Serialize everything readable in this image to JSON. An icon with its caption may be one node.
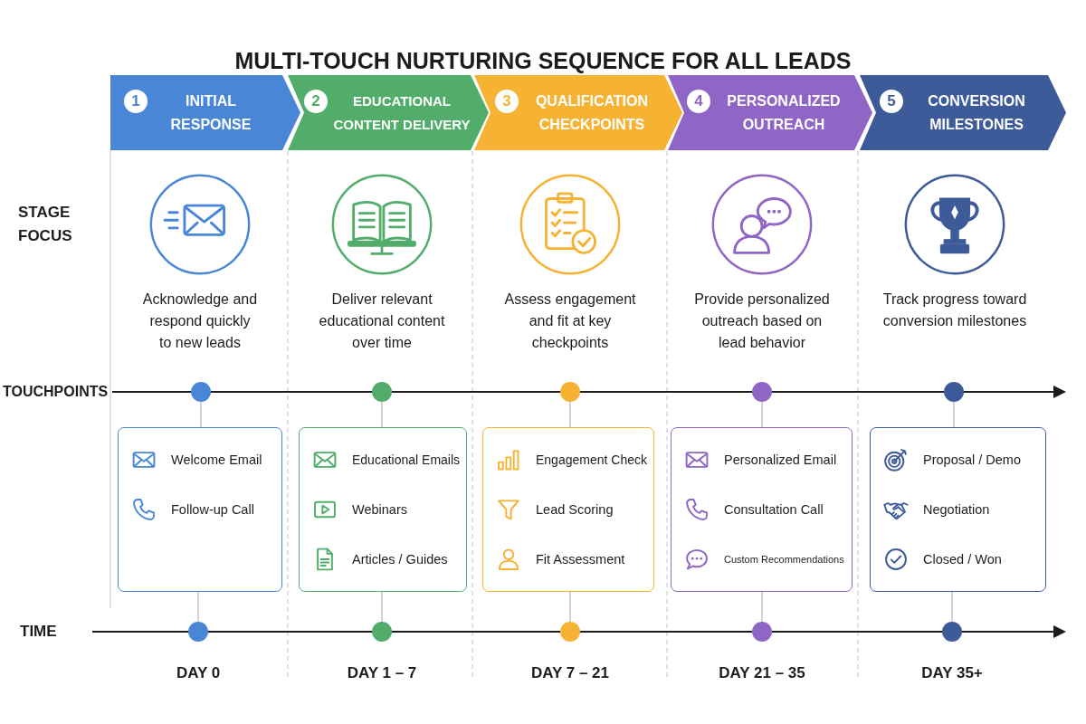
{
  "diagram": {
    "title": "MULTI-TOUCH NURTURING SEQUENCE FOR ALL LEADS",
    "nodes": [
      {
        "text": [
          "1",
          "INITIAL RESPONSE"
        ]
      },
      {
        "text": [
          "2",
          "EDUCATIONAL CONTENT DELIVERY"
        ]
      },
      {
        "text": [
          "3",
          "QUALIFICATION CHECKPOINTS"
        ]
      },
      {
        "text": [
          "4",
          "PERSONALIZED OUTREACH"
        ]
      },
      {
        "text": [
          "5",
          "CONVERSION MILESTONES"
        ]
      },
      {
        "text": [],
        "shape": "circle"
      },
      {
        "text": [],
        "shape": "circle"
      },
      {
        "text": [],
        "shape": "circle"
      },
      {
        "text": [],
        "shape": "circle"
      },
      {
        "text": [],
        "shape": "circle"
      },
      {
        "text": [
          "Welcome Email",
          "Follow-up Call"
        ]
      },
      {
        "text": [
          "Educational Emails",
          "Webinars",
          "Articles / Guides"
        ]
      },
      {
        "text": [
          "Engagement Check",
          "Lead Scoring",
          "Fit Assessment"
        ]
      },
      {
        "text": [
          "Personalized Email",
          "Consultation Call",
          "Custom Recommendations"
        ]
      },
      {
        "text": [
          "Proposal / Demo",
          "Negotiation",
          "Closed / Won"
        ]
      },
      {
        "text": [],
        "shape": "circle",
        "beside": [
          "DAY 0"
        ]
      },
      {
        "text": [],
        "shape": "circle",
        "beside": [
          "DAY 1 – 7"
        ]
      },
      {
        "text": [],
        "shape": "circle",
        "beside": [
          "DAY 7 – 21"
        ]
      },
      {
        "text": [],
        "shape": "circle",
        "beside": [
          "DAY 21 – 35"
        ]
      },
      {
        "text": [],
        "shape": "circle",
        "beside": [
          "DAY 35+"
        ]
      }
    ],
    "edges": [
      {
        "from": 5,
        "to": 10,
        "arrow": "none"
      },
      {
        "from": 10,
        "to": 15,
        "arrow": "none"
      },
      {
        "from": 6,
        "to": 11,
        "arrow": "none"
      },
      {
        "from": 11,
        "to": 16,
        "arrow": "none"
      },
      {
        "from": 7,
        "to": 12,
        "arrow": "none"
      },
      {
        "from": 12,
        "to": 17,
        "arrow": "none"
      },
      {
        "from": 8,
        "to": 13,
        "arrow": "none"
      },
      {
        "from": 13,
        "to": 18,
        "arrow": "none"
      },
      {
        "from": 9,
        "to": 14,
        "arrow": "none"
      },
      {
        "from": 14,
        "to": 19,
        "arrow": "none"
      }
    ],
    "labels": [
      "STAGE FOCUS",
      "Acknowledge and respond quickly to new leads",
      "Deliver relevant educational content over time",
      "Assess engagement and fit at key checkpoints",
      "Provide personalized outreach based on lead behavior",
      "Track progress toward conversion milestones",
      "TOUCHPOINTS",
      "TIME"
    ]
  }
}
